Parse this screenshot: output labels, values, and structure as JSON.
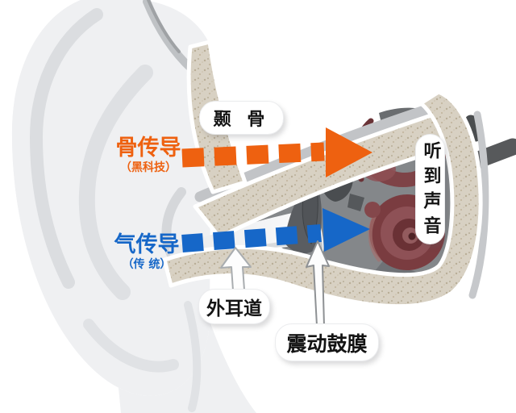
{
  "figure": {
    "type": "ear-anatomy-cross-section-diagram",
    "background": "#ffffff"
  },
  "labels": {
    "temporal_bone": "颞 骨",
    "ear_canal": "外耳道",
    "eardrum": "震动鼓膜",
    "hear_sound": "听到声音"
  },
  "paths": {
    "bone_conduction": {
      "title": "骨传导",
      "subtitle": "（黑科技）",
      "color": "#ee6110"
    },
    "air_conduction": {
      "title": "气传导",
      "subtitle": "（传 统）",
      "color": "#1667c8"
    }
  },
  "icons": {
    "bone_conduction_arrow": "orange-dashed-right-arrow",
    "air_conduction_arrow": "blue-dashed-right-arrow",
    "ear_canal_pointer": "white-up-arrow",
    "eardrum_pointer": "white-up-arrow"
  }
}
